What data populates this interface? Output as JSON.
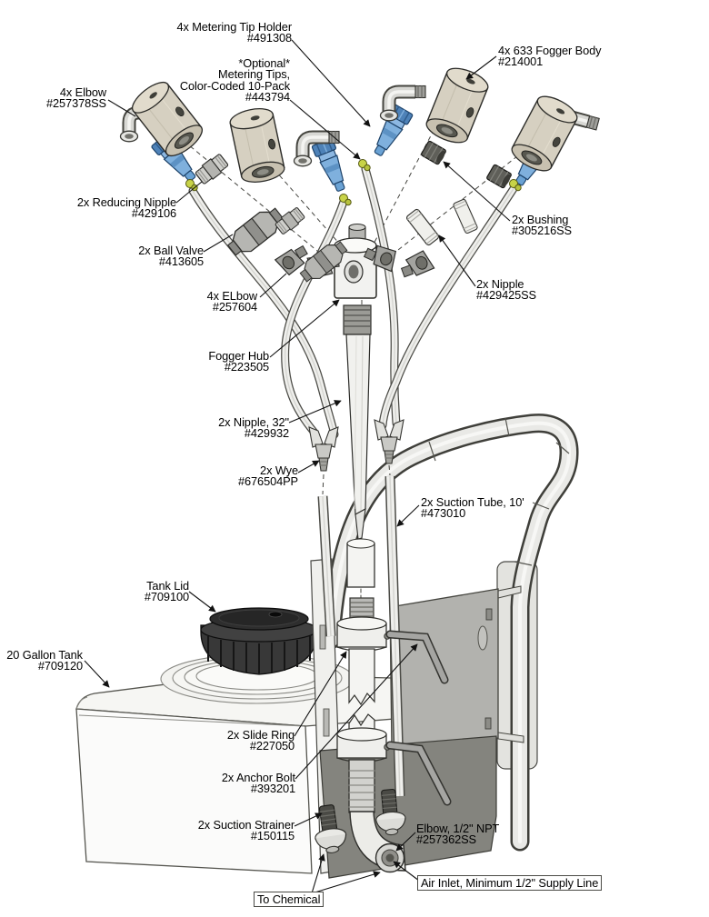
{
  "diagram": {
    "type": "exploded-parts-diagram",
    "subject": "Fogger system on 20 gallon tank cart",
    "colors": {
      "fogger_body_beige": "#d6d0c1",
      "metering_holder_blue": "#7fb0dd",
      "metering_tip_yellowgreen": "#c8d348",
      "frame_steel": "#e9e9e6",
      "plate_gray": "#b2b2ae",
      "plate_dark_gray": "#84847e",
      "lid_black": "#383838",
      "line_black": "#111111"
    }
  },
  "labels": [
    {
      "id": "metering-tip-holder",
      "l1": "4x Metering Tip Holder",
      "l2": "#491308"
    },
    {
      "id": "fogger-body",
      "l1": "4x 633 Fogger Body",
      "l2": "#214001"
    },
    {
      "id": "optional-metering-tips",
      "l1": "*Optional*",
      "l2": "Metering Tips,",
      "l3": "Color-Coded 10-Pack",
      "l4": "#443794"
    },
    {
      "id": "elbow-257378",
      "l1": "4x Elbow",
      "l2": "#257378SS"
    },
    {
      "id": "reducing-nipple",
      "l1": "2x Reducing Nipple",
      "l2": "#429106"
    },
    {
      "id": "bushing",
      "l1": "2x Bushing",
      "l2": "#305216SS"
    },
    {
      "id": "ball-valve",
      "l1": "2x Ball Valve",
      "l2": "#413605"
    },
    {
      "id": "elbow-257604",
      "l1": "4x ELbow",
      "l2": "#257604"
    },
    {
      "id": "nipple-429425",
      "l1": "2x Nipple",
      "l2": "#429425SS"
    },
    {
      "id": "fogger-hub",
      "l1": "Fogger Hub",
      "l2": "#223505"
    },
    {
      "id": "nipple-32",
      "l1": "2x Nipple, 32\"",
      "l2": "#429932"
    },
    {
      "id": "wye",
      "l1": "2x Wye",
      "l2": "#676504PP"
    },
    {
      "id": "suction-tube",
      "l1": "2x Suction Tube, 10'",
      "l2": "#473010"
    },
    {
      "id": "tank-lid",
      "l1": "Tank Lid",
      "l2": "#709100"
    },
    {
      "id": "tank",
      "l1": "20 Gallon Tank",
      "l2": "#709120"
    },
    {
      "id": "slide-ring",
      "l1": "2x Slide Ring",
      "l2": "#227050"
    },
    {
      "id": "anchor-bolt",
      "l1": "2x Anchor Bolt",
      "l2": "#393201"
    },
    {
      "id": "suction-strainer",
      "l1": "2x Suction Strainer",
      "l2": "#150115"
    },
    {
      "id": "elbow-npt",
      "l1": "Elbow, 1/2\" NPT",
      "l2": "#257362SS"
    },
    {
      "id": "to-chemical",
      "l1": "To Chemical"
    },
    {
      "id": "air-inlet",
      "l1": "Air Inlet, Minimum 1/2\" Supply Line"
    }
  ]
}
